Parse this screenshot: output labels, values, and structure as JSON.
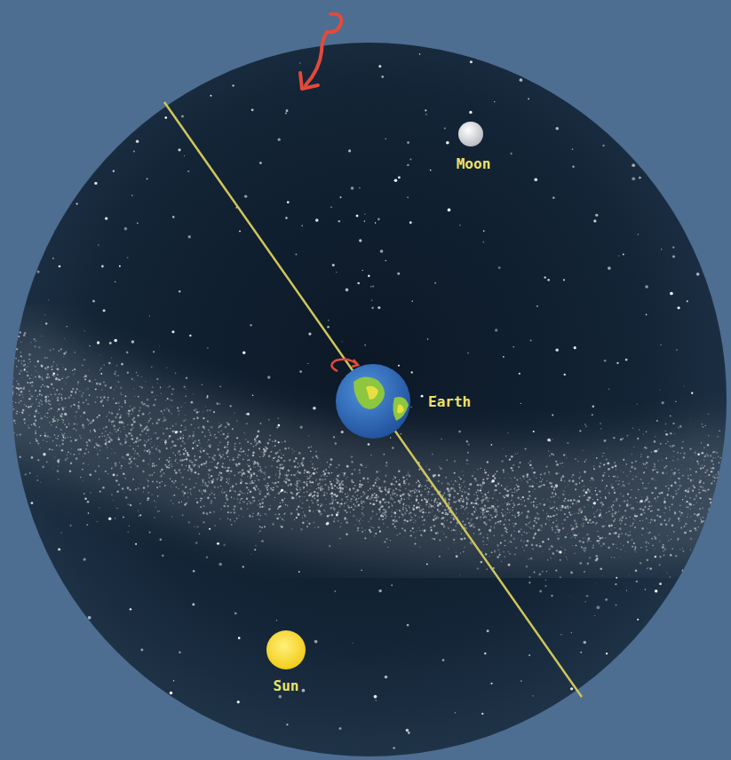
{
  "diagram": {
    "labels": [
      "Moon",
      "Earth",
      "Sun"
    ]
  }
}
